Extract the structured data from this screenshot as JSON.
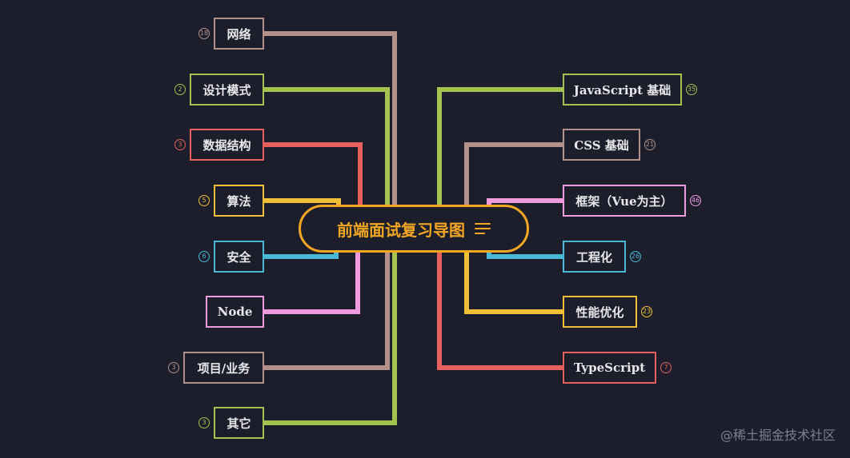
{
  "root": {
    "title": "前端面试复习导图",
    "color": "#f5a623"
  },
  "left_branches": [
    {
      "label": "网络",
      "badge": "18",
      "color": "#b3908a"
    },
    {
      "label": "设计模式",
      "badge": "2",
      "color": "#a4c24f"
    },
    {
      "label": "数据结构",
      "badge": "3",
      "color": "#e8605c"
    },
    {
      "label": "算法",
      "badge": "5",
      "color": "#f2c037"
    },
    {
      "label": "安全",
      "badge": "6",
      "color": "#49b7d6"
    },
    {
      "label": "Node",
      "badge": "",
      "color": "#f09be0"
    },
    {
      "label": "项目/业务",
      "badge": "3",
      "color": "#b3908a"
    },
    {
      "label": "其它",
      "badge": "3",
      "color": "#a4c24f"
    }
  ],
  "right_branches": [
    {
      "label": "JavaScript 基础",
      "badge": "35",
      "color": "#a4c24f"
    },
    {
      "label": "CSS 基础",
      "badge": "21",
      "color": "#b3908a"
    },
    {
      "label": "框架（Vue为主）",
      "badge": "46",
      "color": "#f09be0"
    },
    {
      "label": "工程化",
      "badge": "26",
      "color": "#49b7d6"
    },
    {
      "label": "性能优化",
      "badge": "23",
      "color": "#f2c037"
    },
    {
      "label": "TypeScript",
      "badge": "7",
      "color": "#e8605c"
    }
  ],
  "watermark": "@稀土掘金技术社区"
}
